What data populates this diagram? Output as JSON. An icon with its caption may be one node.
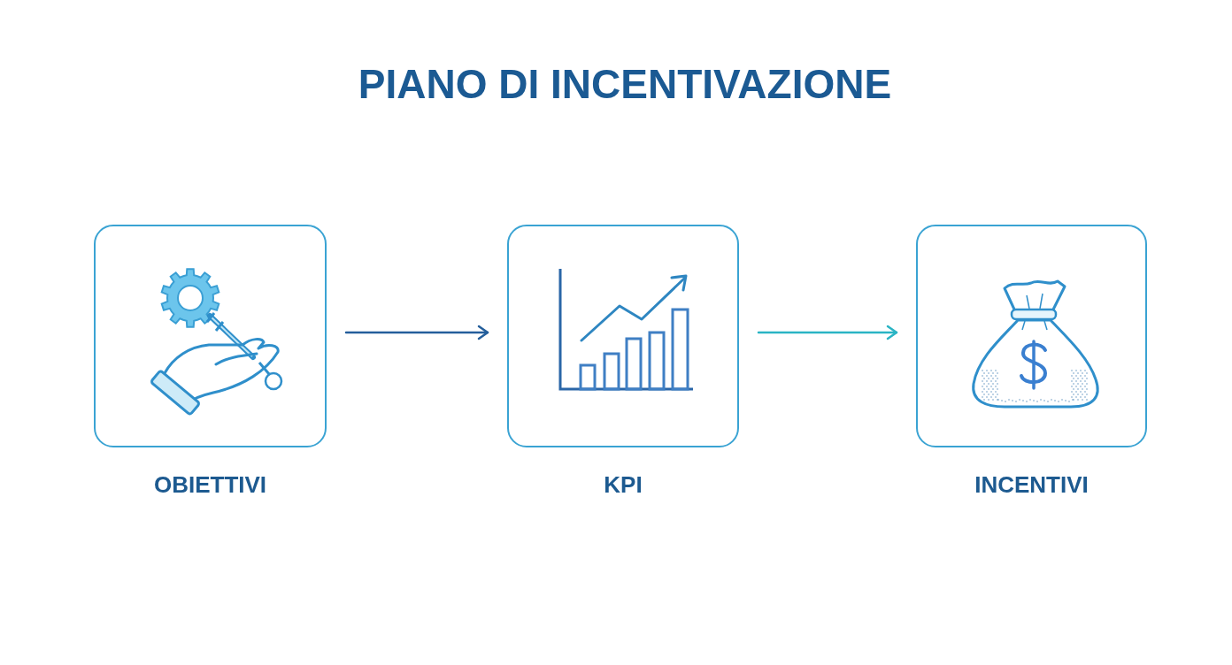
{
  "diagram": {
    "title": "PIANO DI INCENTIVAZIONE",
    "nodes": [
      {
        "text": [
          "OBIETTIVI"
        ]
      },
      {
        "text": [
          "KPI"
        ]
      },
      {
        "text": [
          "INCENTIVI"
        ]
      }
    ],
    "edges": [
      {
        "from": 0,
        "to": 1,
        "arrow": "to"
      },
      {
        "from": 1,
        "to": 2,
        "arrow": "to",
        "color": "#2ab4c4"
      }
    ]
  }
}
